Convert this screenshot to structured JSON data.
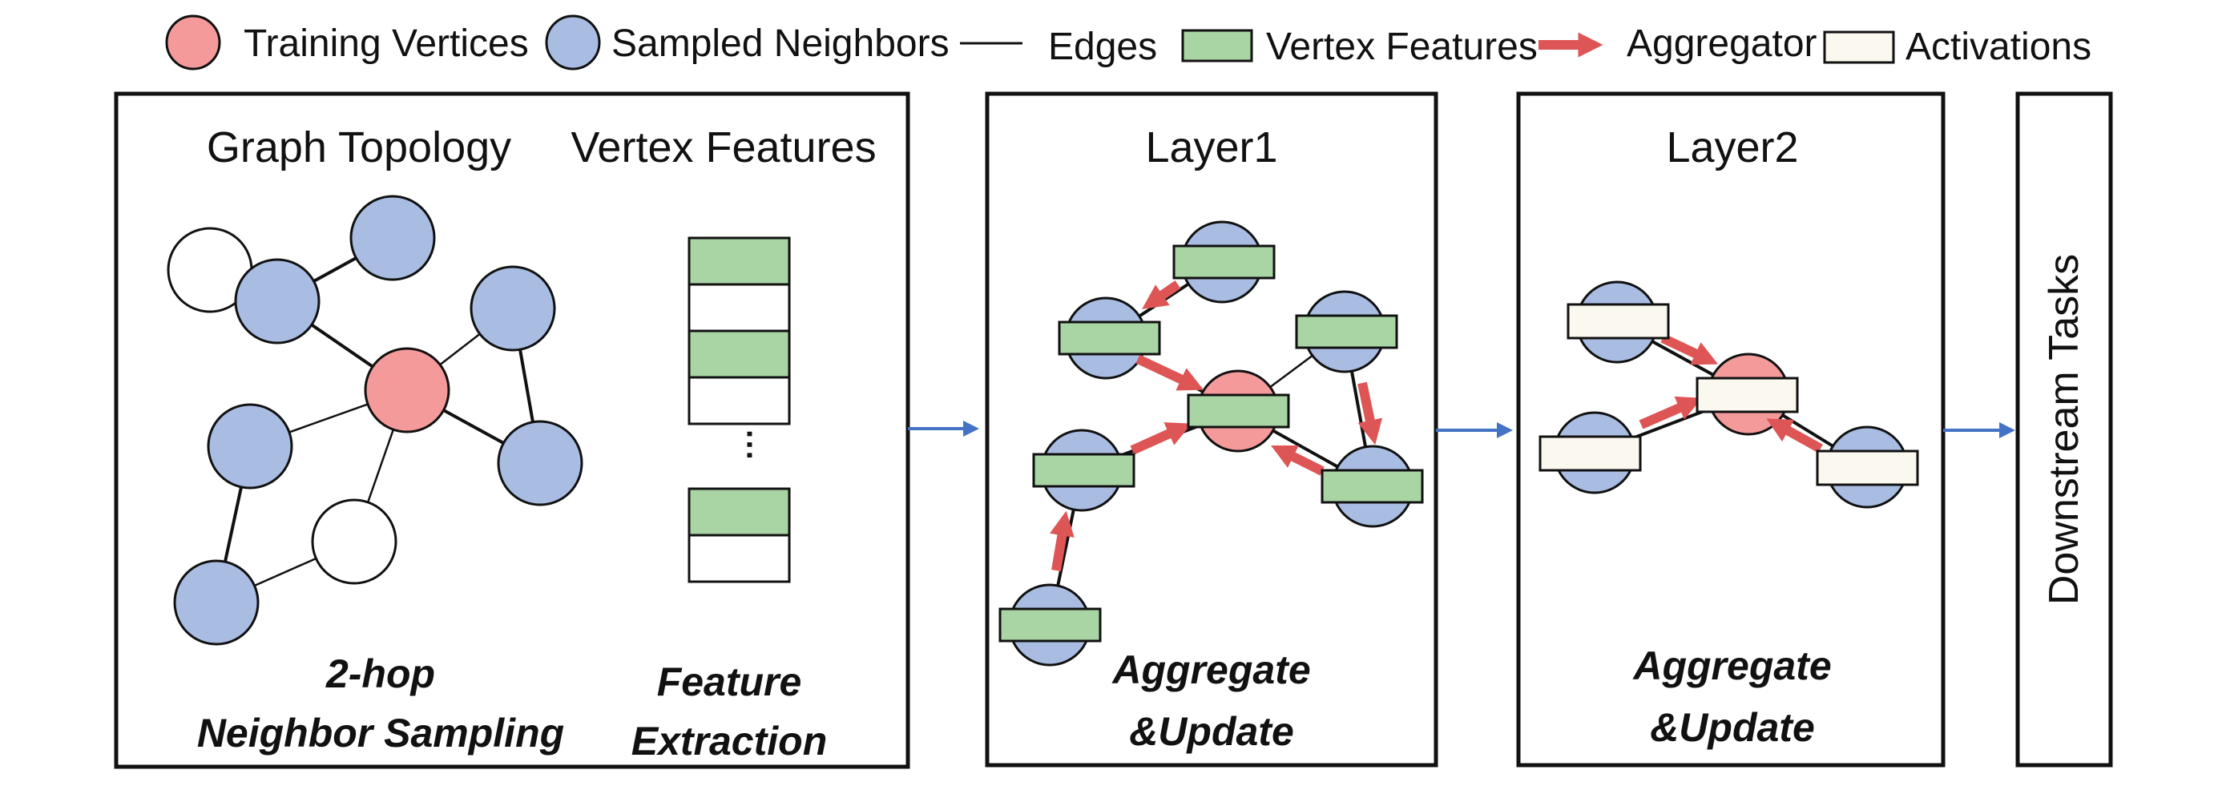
{
  "legend": {
    "training_vertices": "Training Vertices",
    "sampled_neighbors": "Sampled Neighbors",
    "edges": "Edges",
    "vertex_features": "Vertex Features",
    "aggregator": "Aggregator",
    "activations": "Activations"
  },
  "panel1": {
    "graph_topology": "Graph Topology",
    "vertex_features": "Vertex Features",
    "ellipsis": "···",
    "caption_left_line1": "2-hop",
    "caption_left_line2": "Neighbor Sampling",
    "caption_right_line1": "Feature",
    "caption_right_line2": "Extraction"
  },
  "layer1": {
    "title": "Layer1",
    "caption_line1": "Aggregate",
    "caption_line2": "&Update"
  },
  "layer2": {
    "title": "Layer2",
    "caption_line1": "Aggregate",
    "caption_line2": "&Update"
  },
  "downstream": {
    "label": "Downstream Tasks"
  },
  "colors": {
    "training_vertex": "#f59a9a",
    "sampled_neighbor": "#a9bde3",
    "unsampled_vertex": "#ffffff",
    "vertex_feature": "#a9d4a4",
    "activation": "#fbf8ef",
    "aggregator": "#de5556",
    "flow_arrow": "#4472c4",
    "outline": "#111111"
  }
}
